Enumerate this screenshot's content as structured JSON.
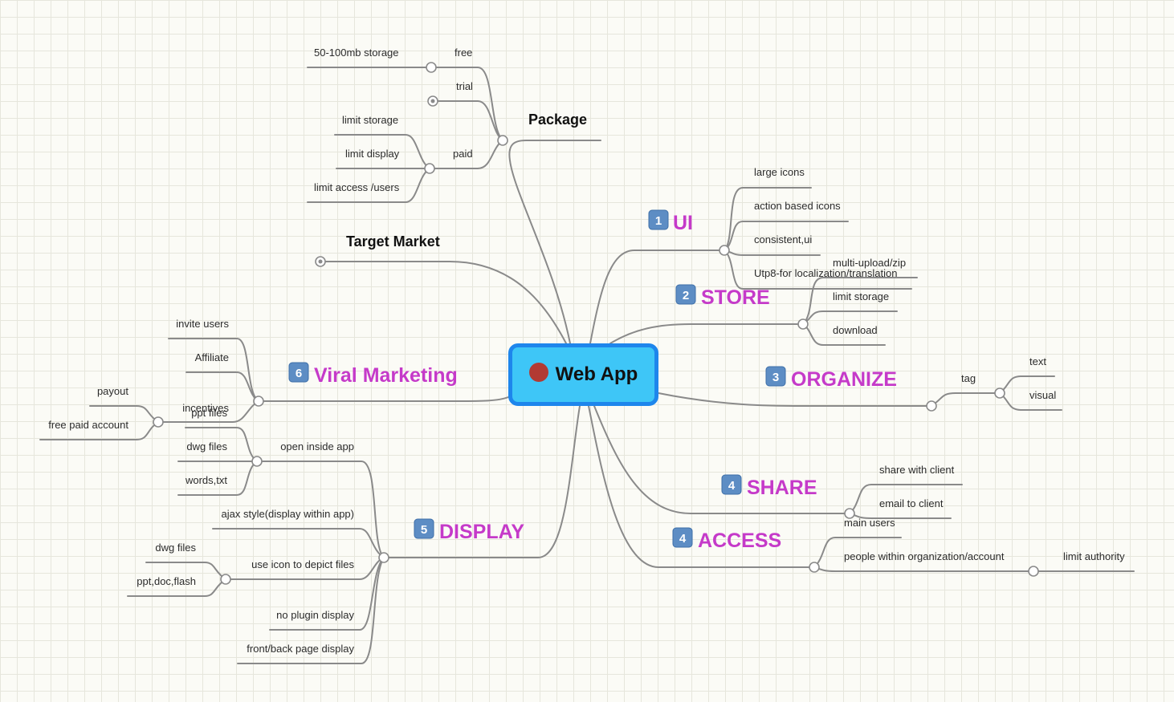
{
  "center": {
    "label": "Web App"
  },
  "package": {
    "title": "Package",
    "free": "free",
    "free_storage": "50-100mb storage",
    "trial": "trial",
    "paid": "paid",
    "paid_items": [
      "limit storage",
      "limit display",
      "limit access /users"
    ]
  },
  "target_market": {
    "title": "Target Market"
  },
  "ui": {
    "badge": "1",
    "title": "UI",
    "items": [
      "large icons",
      "action based icons",
      "consistent,ui",
      "Utp8-for localization/translation"
    ]
  },
  "store": {
    "badge": "2",
    "title": "STORE",
    "items": [
      "multi-upload/zip",
      "limit storage",
      "download"
    ]
  },
  "organize": {
    "badge": "3",
    "title": "ORGANIZE",
    "tag": "tag",
    "tag_items": [
      "text",
      "visual"
    ]
  },
  "share": {
    "badge": "4",
    "title": "SHARE",
    "items": [
      "share with client",
      "email to client"
    ]
  },
  "access": {
    "badge": "4",
    "title": "ACCESS",
    "main_users": "main users",
    "people": "people within organization/account",
    "limit_authority": "limit authority"
  },
  "display": {
    "badge": "5",
    "title": "DISPLAY",
    "open_inside": "open inside app",
    "open_items": [
      "ppt files",
      "dwg files",
      "words,txt"
    ],
    "ajax": "ajax style(display within app)",
    "use_icon": "use icon to depict files",
    "icon_items": [
      "dwg files",
      "ppt,doc,flash"
    ],
    "no_plugin": "no plugin display",
    "front_back": "front/back page display"
  },
  "viral": {
    "badge": "6",
    "title": "Viral Marketing",
    "invite": "invite users",
    "affiliate": "Affiliate",
    "incentives": "incentives",
    "incentive_items": [
      "payout",
      "free paid account"
    ]
  }
}
